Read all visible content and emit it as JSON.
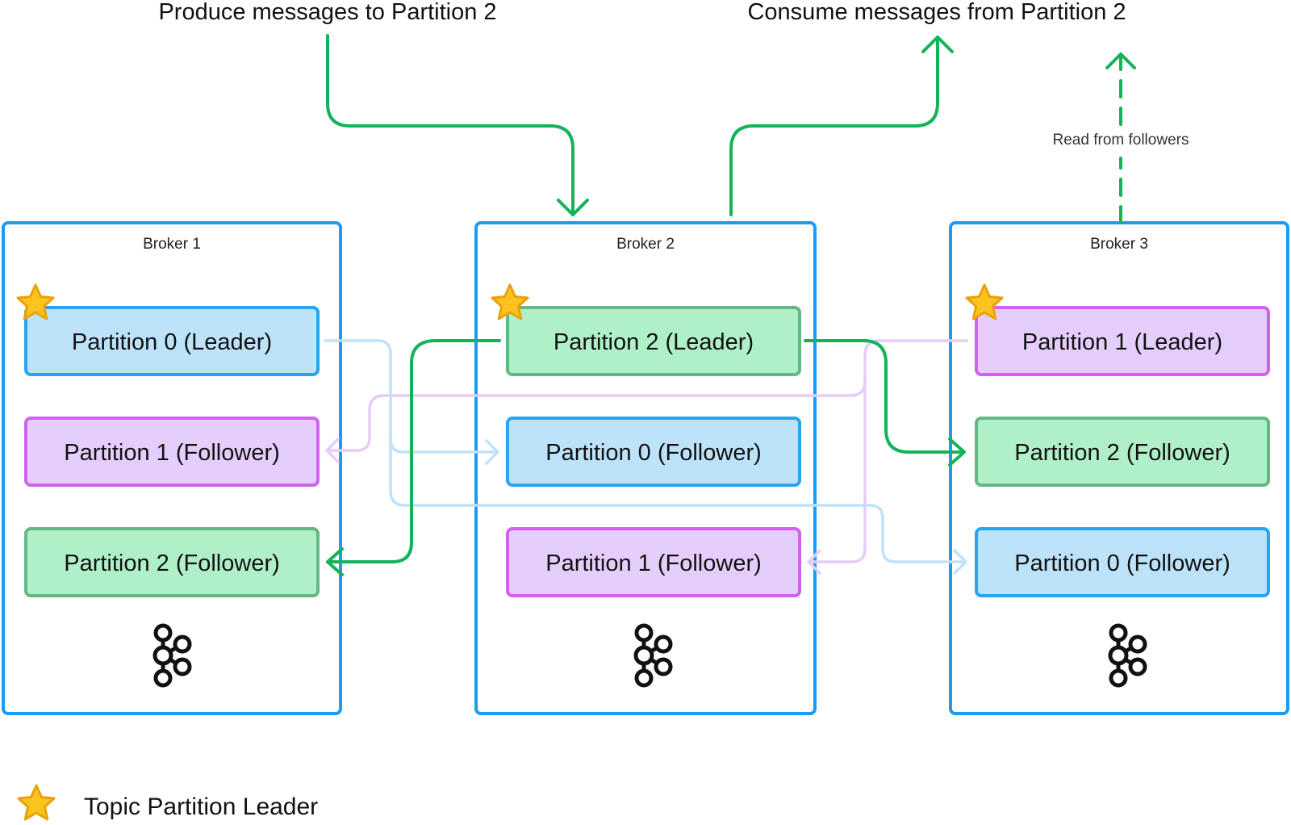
{
  "labels": {
    "produce": "Produce messages to Partition 2",
    "consume": "Consume messages from Partition 2",
    "read_followers": "Read from followers"
  },
  "brokers": [
    {
      "title": "Broker 1",
      "partitions": [
        {
          "label": "Partition 0 (Leader)",
          "leader": true,
          "color": "blue"
        },
        {
          "label": "Partition 1 (Follower)",
          "leader": false,
          "color": "purple"
        },
        {
          "label": "Partition 2 (Follower)",
          "leader": false,
          "color": "green"
        }
      ],
      "icon": "kafka-logo-icon"
    },
    {
      "title": "Broker 2",
      "partitions": [
        {
          "label": "Partition 2 (Leader)",
          "leader": true,
          "color": "green"
        },
        {
          "label": "Partition 0 (Follower)",
          "leader": false,
          "color": "blue"
        },
        {
          "label": "Partition 1 (Follower)",
          "leader": false,
          "color": "purple"
        }
      ],
      "icon": "kafka-logo-icon"
    },
    {
      "title": "Broker 3",
      "partitions": [
        {
          "label": "Partition 1 (Leader)",
          "leader": true,
          "color": "purple"
        },
        {
          "label": "Partition 2 (Follower)",
          "leader": false,
          "color": "green"
        },
        {
          "label": "Partition 0 (Follower)",
          "leader": false,
          "color": "blue"
        }
      ],
      "icon": "kafka-logo-icon"
    }
  ],
  "legend": {
    "icon": "star-icon",
    "label": "Topic Partition Leader"
  },
  "colors": {
    "broker_border": "#1a9df0",
    "blue_fill": "#bde3fb",
    "blue_stroke": "#27a6ef",
    "purple_fill": "#e6cefc",
    "purple_stroke": "#cf63ee",
    "green_fill": "#b0f0c9",
    "green_stroke": "#64b883",
    "green_arrow": "#14b35a",
    "light_blue_arrow": "#bfe2fa",
    "light_purple_arrow": "#e4cdf9",
    "star_fill": "#fbc31d",
    "star_stroke": "#eaa10c"
  }
}
